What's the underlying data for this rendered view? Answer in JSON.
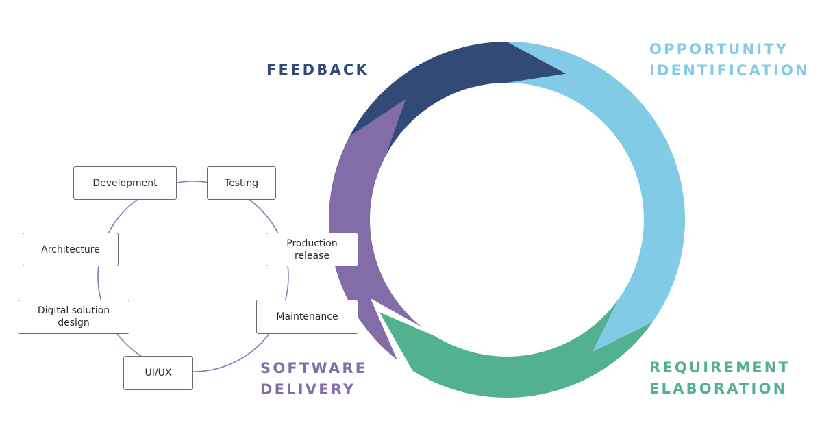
{
  "colors": {
    "feedback": "#314a78",
    "opportunity": "#82cbe6",
    "requirement": "#52b190",
    "software": "#836da8",
    "small_cycle": "#8c76b4",
    "box_border": "#6b6b6b",
    "box_text": "#2b2b2b"
  },
  "phases": {
    "feedback": [
      "FEEDBACK"
    ],
    "opportunity": [
      "OPPORTUNITY",
      "IDENTIFICATION"
    ],
    "requirement": [
      "REQUIREMENT",
      "ELABORATION"
    ],
    "software": [
      "SOFTWARE",
      "DELIVERY"
    ]
  },
  "steps": {
    "development": "Development",
    "testing": "Testing",
    "production": [
      "Production",
      "release"
    ],
    "maintenance": "Maintenance",
    "architecture": "Architecture",
    "digital": [
      "Digital solution",
      "design"
    ],
    "uiux": "UI/UX"
  }
}
